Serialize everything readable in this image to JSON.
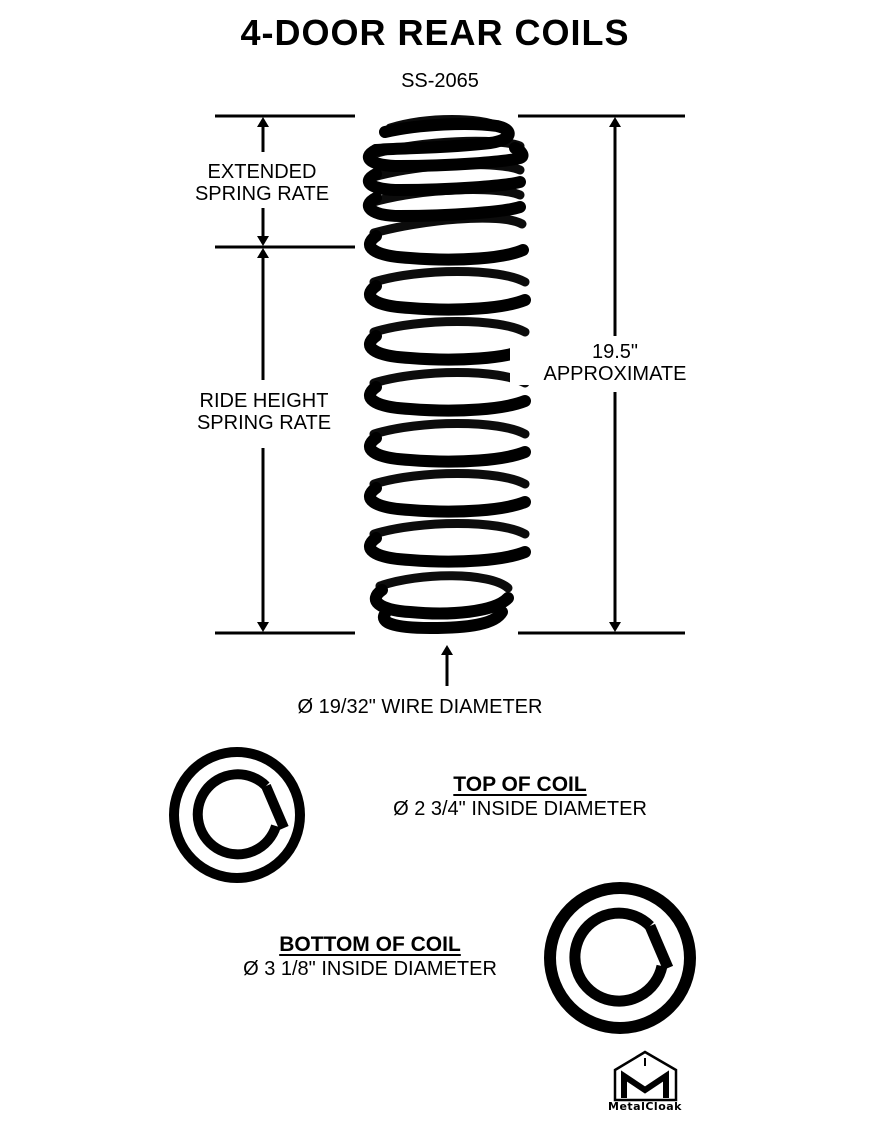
{
  "title": "4-DOOR REAR COILS",
  "part_number": "SS-2065",
  "labels": {
    "extended_line1": "EXTENDED",
    "extended_line2": "SPRING RATE",
    "ride_line1": "RIDE HEIGHT",
    "ride_line2": "SPRING RATE",
    "overall_line1": "19.5\"",
    "overall_line2": "APPROXIMATE",
    "wire": "Ø 19/32\" WIRE DIAMETER"
  },
  "top_of_coil": {
    "heading": "TOP OF COIL",
    "spec": "Ø 2 3/4\" INSIDE DIAMETER"
  },
  "bottom_of_coil": {
    "heading": "BOTTOM OF COIL",
    "spec": "Ø 3 1/8\" INSIDE DIAMETER"
  },
  "logo": {
    "text": "MetalCloak"
  },
  "colors": {
    "ink": "#000000",
    "background": "#ffffff"
  }
}
